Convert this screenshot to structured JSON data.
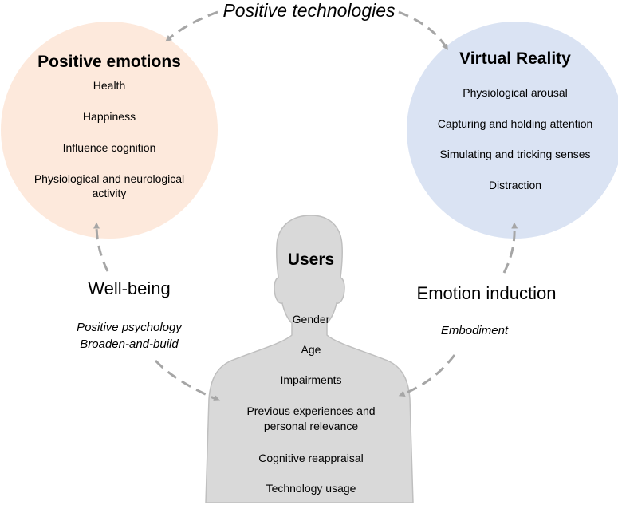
{
  "top_label": "Positive technologies",
  "positive_emotions": {
    "title": "Positive emotions",
    "items": [
      "Health",
      "Happiness",
      "Influence cognition",
      "Physiological and neurological activity"
    ],
    "fill": "#fde9dc"
  },
  "virtual_reality": {
    "title": "Virtual Reality",
    "items": [
      "Physiological arousal",
      "Capturing and holding attention",
      "Simulating and tricking senses",
      "Distraction"
    ],
    "fill": "#dae3f3"
  },
  "left_link": {
    "label": "Well-being",
    "sub_lines": [
      "Positive psychology",
      "Broaden-and-build"
    ]
  },
  "right_link": {
    "label": "Emotion induction",
    "sub_lines": [
      "Embodiment"
    ]
  },
  "users": {
    "title": "Users",
    "items": [
      "Gender",
      "Age",
      "Impairments",
      "Previous experiences and personal relevance",
      "Cognitive reappraisal",
      "Technology usage"
    ],
    "fill": "#d9d9d9"
  },
  "colors": {
    "arrow": "#a6a6a6"
  }
}
